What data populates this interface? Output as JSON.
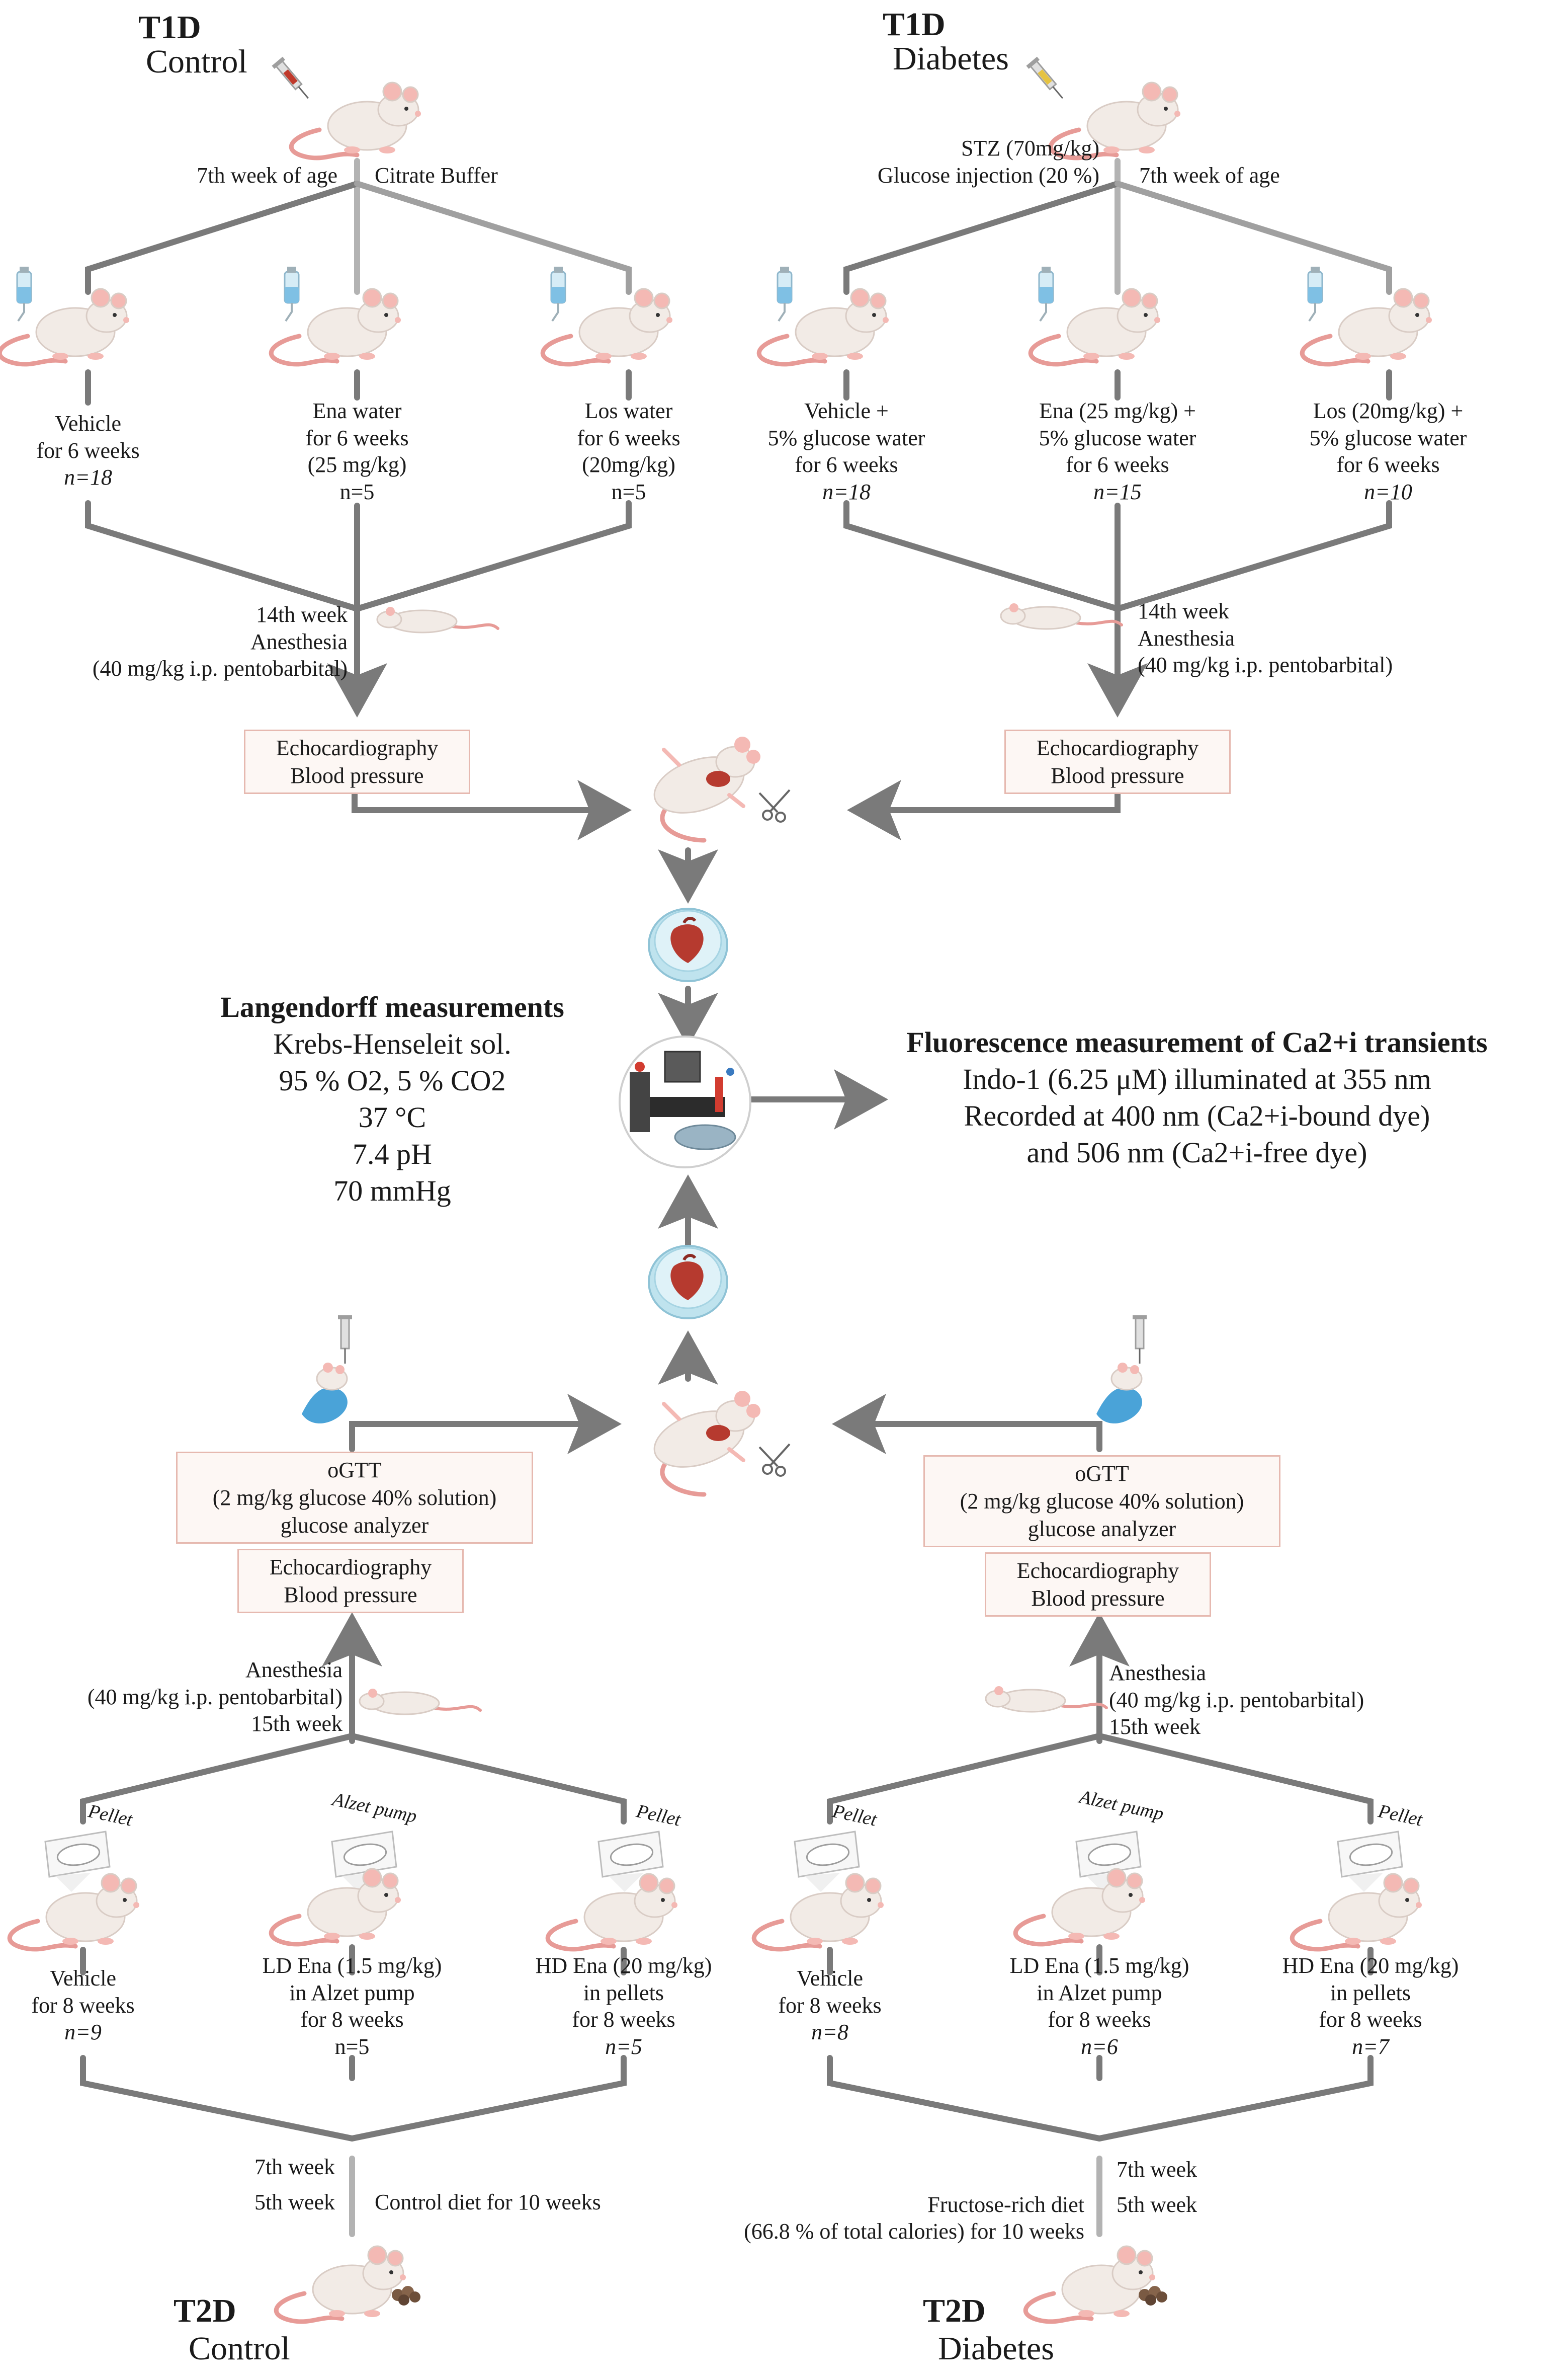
{
  "t1d_control": {
    "title": "T1D",
    "subtitle": "Control",
    "age_label": "7th week of age",
    "injection_label": "Citrate Buffer"
  },
  "t1d_diabetes": {
    "title": "T1D",
    "subtitle": "Diabetes",
    "injection_line1": "STZ (70mg/kg)",
    "injection_line2": "Glucose injection (20 %)",
    "age_label": "7th week of age"
  },
  "t1d_control_groups": [
    {
      "lines": [
        "Vehicle",
        "for 6 weeks"
      ],
      "n": "n=18"
    },
    {
      "lines": [
        "Ena water",
        "for 6 weeks",
        "(25 mg/kg)"
      ],
      "n": "n=5"
    },
    {
      "lines": [
        "Los water",
        "for 6 weeks",
        "(20mg/kg)"
      ],
      "n": "n=5"
    }
  ],
  "t1d_diabetes_groups": [
    {
      "lines": [
        "Vehicle +",
        "5% glucose water",
        "for 6 weeks"
      ],
      "n": "n=18"
    },
    {
      "lines": [
        "Ena (25 mg/kg) +",
        "5% glucose water",
        "for 6 weeks"
      ],
      "n": "n=15"
    },
    {
      "lines": [
        "Los (20mg/kg) +",
        "5% glucose water",
        "for 6 weeks"
      ],
      "n": "n=10"
    }
  ],
  "t1d_anesthesia": {
    "week": "14th week",
    "line2": "Anesthesia",
    "line3": "(40 mg/kg i.p. pentobarbital)"
  },
  "echo_box": {
    "line1": "Echocardiography",
    "line2": "Blood pressure"
  },
  "langendorff": {
    "title": "Langendorff measurements",
    "line1": "Krebs-Henseleit sol.",
    "line2": "95 % O2, 5 % CO2",
    "line3": "37 °C",
    "line4": "7.4 pH",
    "line5": "70 mmHg"
  },
  "fluorescence": {
    "title": "Fluorescence measurement of Ca2+i transients",
    "line1": "Indo-1 (6.25 μM) illuminated at 355 nm",
    "line2": "Recorded at 400 nm (Ca2+i-bound dye)",
    "line3": "and 506 nm (Ca2+i-free dye)"
  },
  "ogtt_box": {
    "line1": "oGTT",
    "line2": "(2 mg/kg glucose 40% solution)",
    "line3": "glucose analyzer"
  },
  "t2d_anesthesia": {
    "line1": "Anesthesia",
    "line2": "(40 mg/kg i.p. pentobarbital)",
    "week": "15th week"
  },
  "implant_labels": {
    "pellet": "Pellet",
    "alzet": "Alzet pump"
  },
  "t2d_control_groups": [
    {
      "lines": [
        "Vehicle",
        "for 8 weeks"
      ],
      "n": "n=9"
    },
    {
      "lines": [
        "LD Ena (1.5 mg/kg)",
        "in Alzet pump",
        "for 8 weeks"
      ],
      "n": "n=5"
    },
    {
      "lines": [
        "HD Ena (20 mg/kg)",
        "in pellets",
        "for 8 weeks"
      ],
      "n": "n=5"
    }
  ],
  "t2d_diabetes_groups": [
    {
      "lines": [
        "Vehicle",
        "for 8 weeks"
      ],
      "n": "n=8"
    },
    {
      "lines": [
        "LD Ena (1.5 mg/kg)",
        "in Alzet pump",
        "for 8 weeks"
      ],
      "n": "n=6"
    },
    {
      "lines": [
        "HD Ena (20 mg/kg)",
        "in pellets",
        "for 8 weeks"
      ],
      "n": "n=7"
    }
  ],
  "t2d_control": {
    "title": "T2D",
    "subtitle": "Control",
    "week7": "7th week",
    "week5": "5th week",
    "diet": "Control diet for 10 weeks"
  },
  "t2d_diabetes": {
    "title": "T2D",
    "subtitle": "Diabetes",
    "week7": "7th week",
    "week5": "5th week",
    "diet_line1": "Fructose-rich diet",
    "diet_line2": "(66.8 % of total calories) for 10 weeks"
  },
  "colors": {
    "line_dark": "#7a7a7a",
    "line_light": "#b3b3b3",
    "box_border": "#e6b9b0",
    "box_fill": "#fdf7f4",
    "mouse": "#f2ebe6",
    "mouse_ear": "#f4b9b4",
    "tail": "#e79b97",
    "heart": "#c0392b",
    "dish": "#bfe3ee",
    "glove": "#4aa3d8"
  }
}
